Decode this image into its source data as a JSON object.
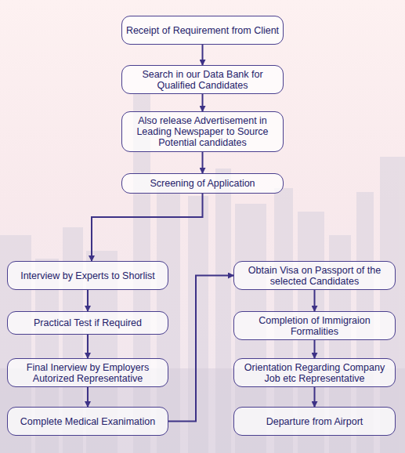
{
  "diagram": {
    "nodes": [
      {
        "text": [
          "Receipt of Requirement from Client"
        ]
      },
      {
        "text": [
          "Search in our Data Bank for Qualified Candidates"
        ]
      },
      {
        "text": [
          "Also release Advertisement in Leading Newspaper to Source Potential candidates"
        ]
      },
      {
        "text": [
          "Screening of Application"
        ]
      },
      {
        "text": [
          "Interview by Experts to Shorlist"
        ]
      },
      {
        "text": [
          "Practical Test if Required"
        ]
      },
      {
        "text": [
          "Final Inerview by Employers Autorized Representative"
        ]
      },
      {
        "text": [
          "Complete Medical Exanimation"
        ]
      },
      {
        "text": [
          "Obtain Visa on Passport of the selected Candidates"
        ]
      },
      {
        "text": [
          "Completion of Immigraion Formalities"
        ]
      },
      {
        "text": [
          "Orientation Regarding Company Job etc Representative"
        ]
      },
      {
        "text": [
          "Departure from Airport"
        ]
      }
    ],
    "edges": [
      {
        "from": 0,
        "to": 1,
        "arrow": "to"
      },
      {
        "from": 1,
        "to": 2,
        "arrow": "to"
      },
      {
        "from": 2,
        "to": 3,
        "arrow": "to"
      },
      {
        "from": 3,
        "to": 4,
        "arrow": "to"
      },
      {
        "from": 4,
        "to": 5,
        "arrow": "to"
      },
      {
        "from": 5,
        "to": 6,
        "arrow": "to"
      },
      {
        "from": 6,
        "to": 7,
        "arrow": "to"
      },
      {
        "from": 7,
        "to": 8,
        "arrow": "to"
      },
      {
        "from": 8,
        "to": 9,
        "arrow": "to"
      },
      {
        "from": 9,
        "to": 10,
        "arrow": "to"
      },
      {
        "from": 10,
        "to": 11,
        "arrow": "to"
      }
    ]
  }
}
